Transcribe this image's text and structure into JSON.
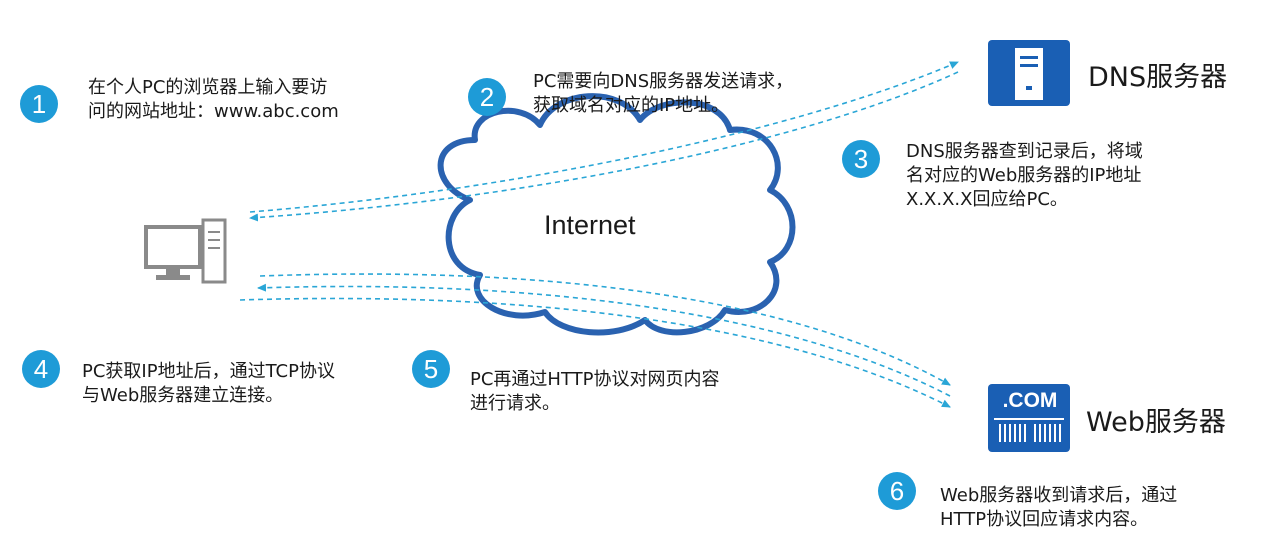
{
  "steps": [
    {
      "num": "1",
      "lines": [
        "在个人PC的浏览器上输入要访",
        "问的网站地址：www.abc.com"
      ]
    },
    {
      "num": "2",
      "lines": [
        "PC需要向DNS服务器发送请求，",
        "获取域名对应的IP地址。"
      ]
    },
    {
      "num": "3",
      "lines": [
        "DNS服务器查到记录后，将域",
        "名对应的Web服务器的IP地址",
        "X.X.X.X回应给PC。"
      ]
    },
    {
      "num": "4",
      "lines": [
        "PC获取IP地址后，通过TCP协议",
        "与Web服务器建立连接。"
      ]
    },
    {
      "num": "5",
      "lines": [
        "PC再通过HTTP协议对网页内容",
        "进行请求。"
      ]
    },
    {
      "num": "6",
      "lines": [
        "Web服务器收到请求后，通过",
        "HTTP协议回应请求内容。"
      ]
    }
  ],
  "cloud_label": "Internet",
  "dns_server_label": "DNS服务器",
  "web_server_label": "Web服务器",
  "web_server_badge": ".COM",
  "icons": [
    "pc-icon",
    "dns-server-icon",
    "web-server-icon",
    "internet-cloud-icon"
  ],
  "colors": {
    "accent": "#1e9bd7",
    "server": "#1a5fb4",
    "cloud_stroke": "#2a62b0",
    "arrow": "#2aa6d6"
  }
}
